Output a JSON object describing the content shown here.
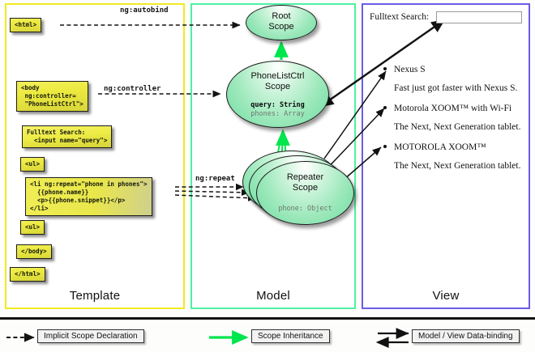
{
  "panels": {
    "template": {
      "label": "Template",
      "border_color": "#f2ea21"
    },
    "model": {
      "label": "Model",
      "border_color": "#4ff0a5"
    },
    "view": {
      "label": "View",
      "border_color": "#6b5ce7"
    }
  },
  "template_boxes": {
    "html_open": "<html>",
    "body_open": "<body\n ng:controller=\n \"PhoneListCtrl\">",
    "search": "Fulltext Search:\n  <input name=\"query\">",
    "ul_open": "<ul>",
    "li_repeat": "<li ng:repeat=\"phone in phones\">\n  {{phone.name}}\n  <p>{{phone.snippet}}</p>\n</li>",
    "ul_close": "<ul>",
    "body_close": "</body>",
    "html_close": "</html>"
  },
  "edge_labels": {
    "autobind": "ng:autobind",
    "controller": "ng:controller",
    "repeat": "ng:repeat"
  },
  "model_scopes": {
    "root": {
      "title": "Root\nScope"
    },
    "phonelistctrl": {
      "title": "PhoneListCtrl\nScope",
      "prop_query": "query: String",
      "prop_phones": "phones: Array"
    },
    "repeater": {
      "title": "Repeater\nScope",
      "prop_phone": "phone: Object",
      "stack_count": 3
    }
  },
  "view": {
    "search_label": "Fulltext Search:",
    "search_value": "",
    "search_placeholder": "",
    "items": [
      {
        "name": "Nexus S",
        "snippet": "Fast just got faster with Nexus S."
      },
      {
        "name": "Motorola XOOM™  with Wi-Fi",
        "snippet": "The Next, Next Generation tablet."
      },
      {
        "name": "MOTOROLA XOOM™",
        "snippet": "The Next, Next Generation tablet."
      }
    ]
  },
  "legend": {
    "implicit": "Implicit Scope Declaration",
    "inheritance": "Scope Inheritance",
    "binding": "Model / View Data-binding"
  },
  "colors": {
    "inheritance_arrow": "#00e64d",
    "scope_fill": "#8ce5b0",
    "code_fill": "#ecea3e",
    "dashed_arrow": "#141414",
    "binding_arrow": "#111111"
  }
}
